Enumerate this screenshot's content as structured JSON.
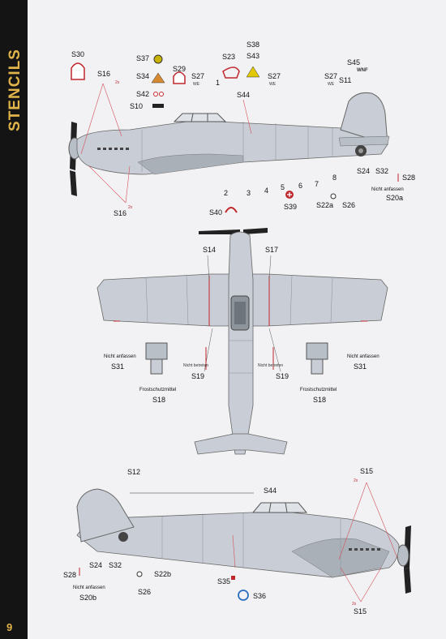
{
  "page": {
    "section_title": "STENCILS",
    "page_number": "9"
  },
  "top_view_labels": [
    {
      "id": "S30",
      "text": "S30"
    },
    {
      "id": "S16a",
      "text": "S16"
    },
    {
      "id": "S16b",
      "text": "S16"
    },
    {
      "id": "S37",
      "text": "S37"
    },
    {
      "id": "S34",
      "text": "S34"
    },
    {
      "id": "S42",
      "text": "S42"
    },
    {
      "id": "S10",
      "text": "S10"
    },
    {
      "id": "S29",
      "text": "S29"
    },
    {
      "id": "S27a",
      "text": "S27"
    },
    {
      "id": "S23",
      "text": "S23"
    },
    {
      "id": "S38",
      "text": "S38"
    },
    {
      "id": "S43",
      "text": "S43"
    },
    {
      "id": "S44a",
      "text": "S44"
    },
    {
      "id": "S27b",
      "text": "S27"
    },
    {
      "id": "S27c",
      "text": "S27"
    },
    {
      "id": "S45",
      "text": "S45"
    },
    {
      "id": "S11",
      "text": "S11"
    },
    {
      "id": "S24a",
      "text": "S24"
    },
    {
      "id": "S32a",
      "text": "S32"
    },
    {
      "id": "S28a",
      "text": "S28"
    },
    {
      "id": "S20a",
      "text": "S20a"
    },
    {
      "id": "S22a",
      "text": "S22a"
    },
    {
      "id": "S26a",
      "text": "S26"
    },
    {
      "id": "S39",
      "text": "S39"
    },
    {
      "id": "S40",
      "text": "S40"
    }
  ],
  "numbers": [
    "1",
    "2",
    "3",
    "4",
    "5",
    "6",
    "7",
    "8"
  ],
  "mid_labels": [
    {
      "id": "S14",
      "text": "S14"
    },
    {
      "id": "S17",
      "text": "S17"
    },
    {
      "id": "S31a",
      "text": "S31"
    },
    {
      "id": "S31b",
      "text": "S31"
    },
    {
      "id": "S19a",
      "text": "S19"
    },
    {
      "id": "S19b",
      "text": "S19"
    },
    {
      "id": "S18a",
      "text": "S18"
    },
    {
      "id": "S18b",
      "text": "S18"
    }
  ],
  "bottom_labels": [
    {
      "id": "S12",
      "text": "S12"
    },
    {
      "id": "S44b",
      "text": "S44"
    },
    {
      "id": "S15a",
      "text": "S15"
    },
    {
      "id": "S15b",
      "text": "S15"
    },
    {
      "id": "S28b",
      "text": "S28"
    },
    {
      "id": "S24b",
      "text": "S24"
    },
    {
      "id": "S32b",
      "text": "S32"
    },
    {
      "id": "S20b",
      "text": "S20b"
    },
    {
      "id": "S26b",
      "text": "S26"
    },
    {
      "id": "S22b",
      "text": "S22b"
    },
    {
      "id": "S35",
      "text": "S35"
    },
    {
      "id": "S36",
      "text": "S36"
    }
  ],
  "stencil_text": {
    "nicht_anfassen": "Nicht anfassen",
    "frostschutzmittel": "Frostschutzmittel",
    "nicht_betreten": "Nicht betreten",
    "we": "WE",
    "wnf": "WNF",
    "zwei_x": "2x"
  },
  "colors": {
    "accent": "#e0b44a",
    "airframe": "#c9ced6",
    "panel_line": "#8a8f97",
    "leader": "#d4515a"
  }
}
